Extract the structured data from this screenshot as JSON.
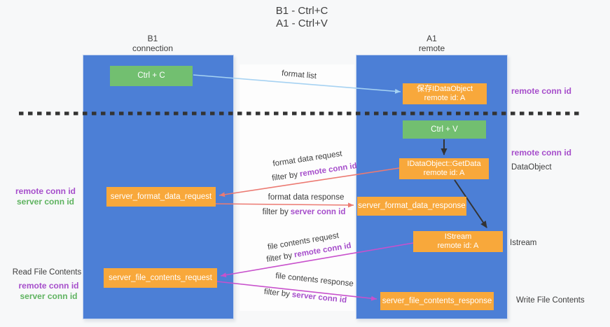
{
  "colors": {
    "column_blue": "#4c7fd6",
    "box_orange": "#f8a83b",
    "box_green": "#72bf70",
    "arrow_lightblue": "#a6d2f2",
    "arrow_salmon": "#ec7a72",
    "arrow_magenta": "#c851cc",
    "arrow_black": "#333333",
    "text_purple": "#a64ecb",
    "text_green": "#5fb360"
  },
  "title": {
    "line1": "B1 - Ctrl+C",
    "line2": "A1 - Ctrl+V"
  },
  "columns": {
    "left": {
      "name": "B1",
      "role": "connection"
    },
    "right": {
      "name": "A1",
      "role": "remote"
    }
  },
  "boxes": {
    "ctrl_c": {
      "label": "Ctrl + C"
    },
    "save_idataobject": {
      "line1": "保存IDataObject",
      "line2": "remote id: A"
    },
    "ctrl_v": {
      "label": "Ctrl + V"
    },
    "getdata": {
      "line1": "IDataObject::GetData",
      "line2": "remote id: A"
    },
    "format_request": {
      "label": "server_format_data_request"
    },
    "format_response": {
      "label": "server_format_data_response"
    },
    "istream": {
      "line1": "IStream",
      "line2": "remote id: A"
    },
    "file_request": {
      "label": "server_file_contents_request"
    },
    "file_response": {
      "label": "server_file_contents_response"
    }
  },
  "flow_labels": {
    "format_list": "format list",
    "format_data_request": "format data request",
    "format_data_response": "format data response",
    "file_contents_request": "file contents request",
    "file_contents_response": "file contents response",
    "filter_by": "filter by",
    "remote_conn_id": "remote conn id",
    "server_conn_id": "server conn id"
  },
  "side_labels": {
    "left_remote_conn_id": "remote conn id",
    "left_server_conn_id": "server conn id",
    "read_file_contents": "Read File Contents",
    "left_remote_conn_id_2": "remote conn id",
    "left_server_conn_id_2": "server conn id",
    "right_remote_conn_id_1": "remote conn id",
    "right_remote_conn_id_2": "remote conn id",
    "dataobject": "DataObject",
    "istream": "Istream",
    "write_file_contents": "Write File Contents"
  }
}
